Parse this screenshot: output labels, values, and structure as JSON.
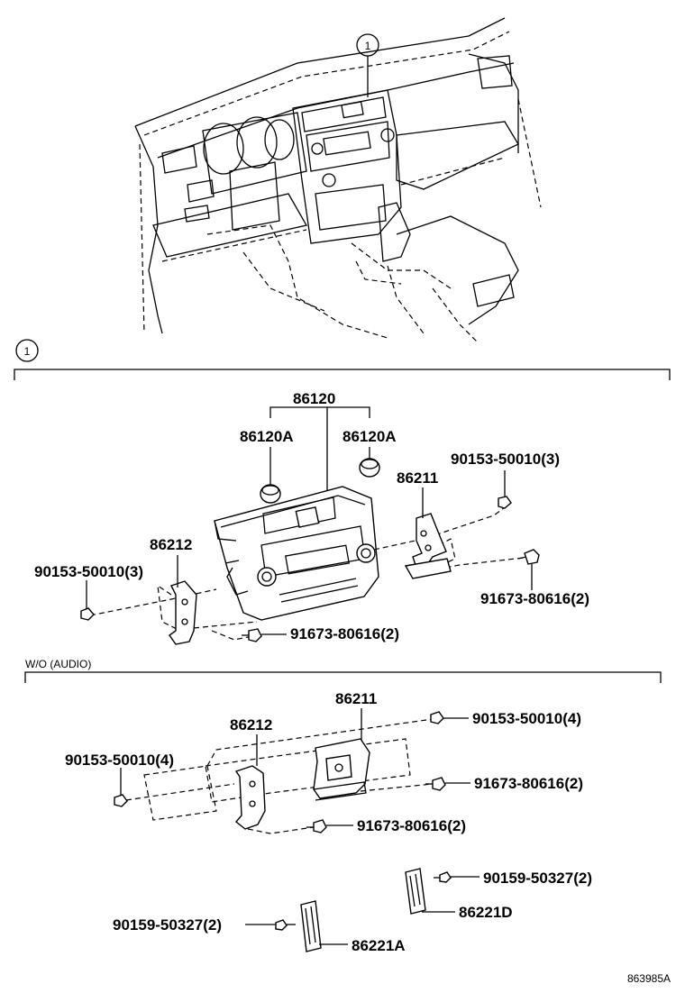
{
  "callouts": {
    "top": "1",
    "section": "1"
  },
  "section_headers": {
    "wo_audio": "W/O (AUDIO)"
  },
  "labels": {
    "assembly": "86120",
    "knob_left": "86120A",
    "knob_right": "86120A",
    "bracket_right_upper": "86211",
    "bracket_left_upper": "86212",
    "bolt_right_upper": "90153-50010(3)",
    "bolt_left_upper": "90153-50010(3)",
    "screw_right_upper": "91673-80616(2)",
    "screw_bottom_upper": "91673-80616(2)",
    "bracket_right_lower": "86211",
    "bracket_left_lower": "86212",
    "bolt_right_lower": "90153-50010(4)",
    "bolt_left_lower": "90153-50010(4)",
    "screw_right_lower": "91673-80616(2)",
    "screw_bottom_lower": "91673-80616(2)",
    "screw_cover_right": "90159-50327(2)",
    "cover_right": "86221D",
    "screw_cover_left": "90159-50327(2)",
    "cover_left": "86221A"
  },
  "figure_code": "863985A"
}
